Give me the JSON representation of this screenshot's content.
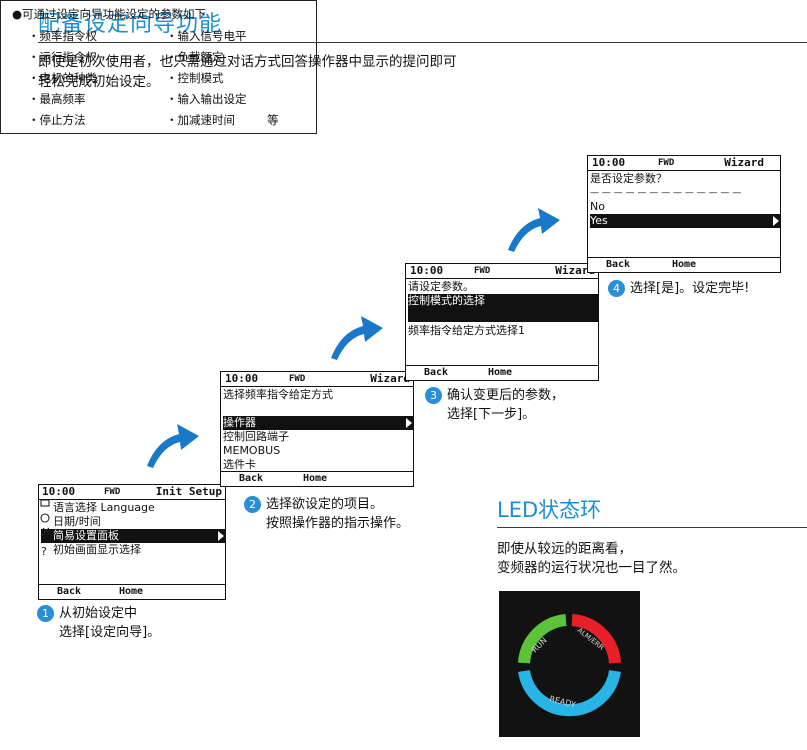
{
  "title": "配备设定向导功能",
  "intro": [
    "即使是初次使用者，也只需通过对话方式回答操作器中显示的提问即可",
    "轻松完成初始设定。"
  ],
  "params": {
    "header": "●可通过设定向导功能设定的参数如下",
    "left": [
      "・频率指令权",
      "・运行指令权",
      "・电机的种类",
      "・最高频率",
      "・停止方法"
    ],
    "right": [
      "・输入信号电平",
      "・负载额定",
      "・控制模式",
      "・输入输出设定",
      "・加减速时间"
    ],
    "etc": "等"
  },
  "screen1": {
    "time": "10:00",
    "mode": "FWD",
    "tag": "Init Setup",
    "items": [
      "语言选择 Language",
      "日期/时间",
      "简易设置面板",
      "初始画面显示选择"
    ],
    "selected": 2,
    "back": "Back",
    "home": "Home"
  },
  "screen2": {
    "time": "10:00",
    "mode": "FWD",
    "tag": "Wizard",
    "prompt": "选择频率指令给定方式",
    "items": [
      "操作器",
      "控制回路端子",
      "MEMOBUS",
      "选件卡"
    ],
    "selected": 0,
    "back": "Back",
    "home": "Home"
  },
  "screen3": {
    "time": "10:00",
    "mode": "FWD",
    "tag": "Wizard",
    "prompt": "请设定参数。",
    "selLine": "控制模式的选择",
    "line2": "频率指令给定方式选择1",
    "back": "Back",
    "home": "Home"
  },
  "screen4": {
    "time": "10:00",
    "mode": "FWD",
    "tag": "Wizard",
    "prompt": "是否设定参数？",
    "dashes": "— — — — — — — — — — — — —",
    "no": "No",
    "yes": "Yes",
    "back": "Back",
    "home": "Home"
  },
  "steps": [
    {
      "num": "1",
      "line1": "从初始设定中",
      "line2": "选择[设定向导]。"
    },
    {
      "num": "2",
      "line1": "选择欲设定的项目。",
      "line2": "按照操作器的指示操作。"
    },
    {
      "num": "3",
      "line1": "确认变更后的参数，",
      "line2": "选择[下一步]。"
    },
    {
      "num": "4",
      "line1": "选择[是]。设定完毕!"
    }
  ],
  "led": {
    "title": "LED状态环",
    "desc": [
      "即使从较远的距离看，",
      "变频器的运行状况也一目了然。"
    ],
    "labels": {
      "run": "RUN",
      "alm": "ALM/ERR",
      "ready": "READY"
    },
    "colors": {
      "run": "#5cc23a",
      "alm": "#e8202a",
      "ready": "#29b4e6",
      "arrow": "#1a78c8"
    }
  }
}
